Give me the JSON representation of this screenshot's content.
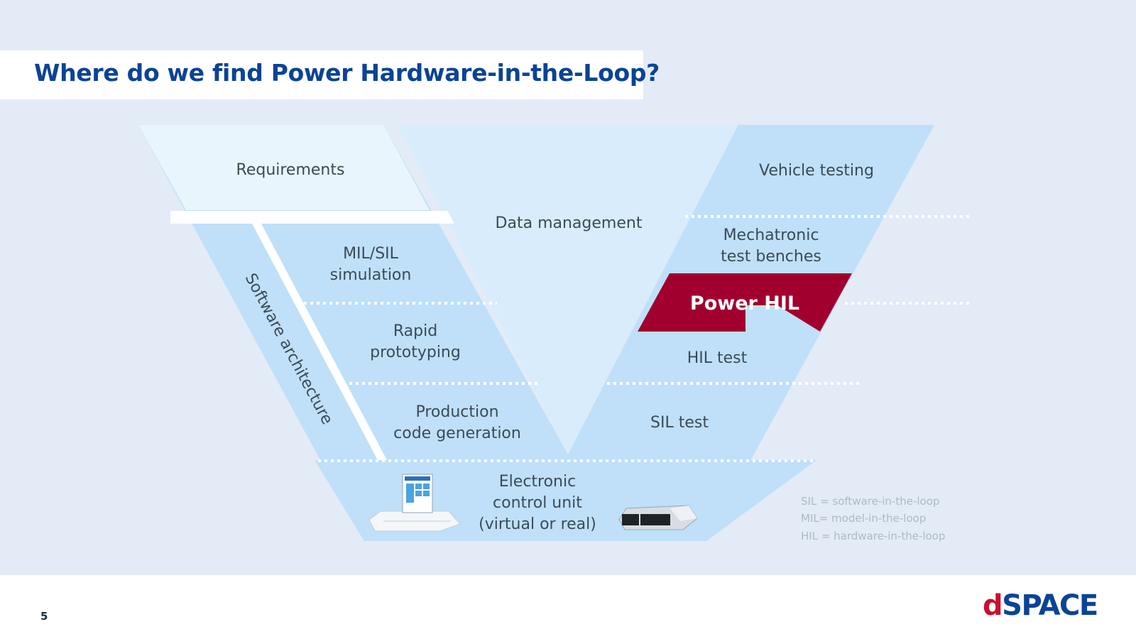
{
  "slide": {
    "title": "Where do we find Power Hardware-in-the-Loop?",
    "page_number": "5",
    "logo": {
      "d": "d",
      "space": "SPACE"
    }
  },
  "diagram": {
    "left_arm": {
      "requirements": "Requirements",
      "mil_sil": [
        "MIL/SIL",
        "simulation"
      ],
      "rapid": [
        "Rapid",
        "prototyping"
      ],
      "production": [
        "Production",
        "code generation"
      ],
      "software_architecture": "Software architecture"
    },
    "center": {
      "data_management": "Data management",
      "ecu": [
        "Electronic",
        "control unit",
        "(virtual or real)"
      ]
    },
    "right_arm": {
      "vehicle_testing": "Vehicle testing",
      "mechatronic": [
        "Mechatronic",
        "test benches"
      ],
      "power_hil": "Power HIL",
      "hil_test": "HIL test",
      "sil_test": "SIL test"
    },
    "legend": [
      "SIL  = software-in-the-loop",
      "MIL= model-in-the-loop",
      "HIL = hardware-in-the-loop"
    ]
  },
  "colors": {
    "title": "#0b4396",
    "arm_fill": "#bfe0f8",
    "center_fill": "#d8ecfb",
    "top_left_fill": "#e9f5fd",
    "power_hil": "#a1002e",
    "logo_red": "#c8102e"
  },
  "icons": [
    "ecu-virtual-icon",
    "ecu-hardware-icon"
  ]
}
